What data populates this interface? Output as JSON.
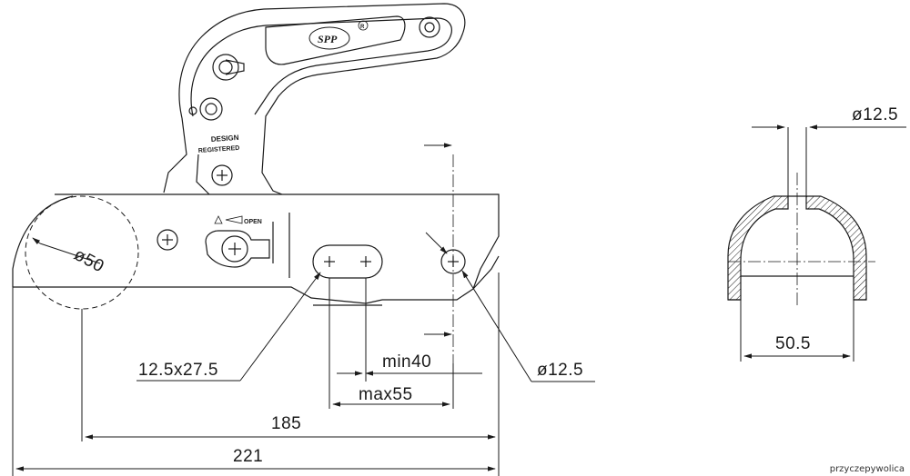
{
  "dimensions": {
    "ball_diameter": "ø50",
    "slot": "12.5x27.5",
    "min": "min40",
    "max": "max55",
    "hole_diameter": "ø12.5",
    "length_inner": "185",
    "length_total": "221",
    "section_width": "50.5",
    "section_hole": "ø12.5"
  },
  "labels": {
    "design_line1": "DESIGN",
    "design_line2": "REGISTERED",
    "open": "OPEN",
    "logo": "SPP",
    "registered_mark": "R"
  },
  "watermark": "przyczepywolica",
  "colors": {
    "line": "#1a1a1a",
    "background": "#ffffff"
  }
}
